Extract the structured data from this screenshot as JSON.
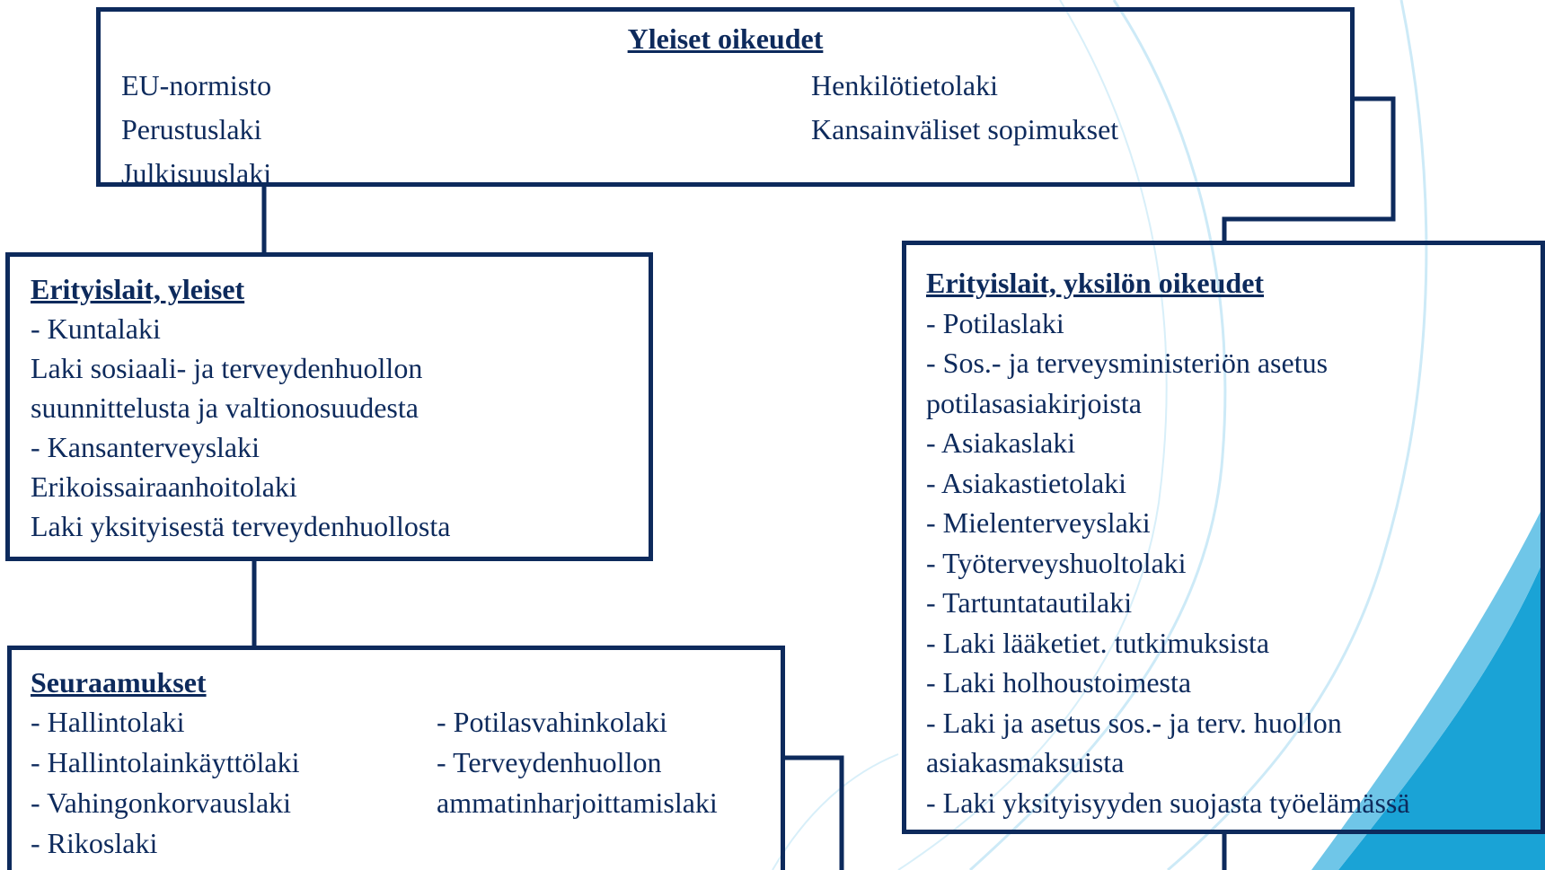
{
  "colors": {
    "border": "#0d2a5c",
    "text": "#0d2a5c",
    "decor_light": "#c9e8f6",
    "decor_accent": "#1aa3d6"
  },
  "general_rights": {
    "title": "Yleiset oikeudet",
    "left_items": [
      "EU-normisto",
      "Perustuslaki",
      "Julkisuuslaki"
    ],
    "right_items": [
      "Henkilötietolaki",
      "Kansainväliset sopimukset"
    ]
  },
  "special_general": {
    "title": "Erityislait, yleiset",
    "items": [
      "- Kuntalaki",
      "Laki sosiaali- ja terveydenhuollon",
      "suunnittelusta ja valtionosuudesta",
      "- Kansanterveyslaki",
      "Erikoissairaanhoitolaki",
      "Laki yksityisestä terveydenhuollosta"
    ]
  },
  "consequences": {
    "title": "Seuraamukset",
    "left_items": [
      "- Hallintolaki",
      "- Hallintolainkäyttölaki",
      "- Vahingonkorvauslaki",
      "- Rikoslaki"
    ],
    "right_items": [
      "- Potilasvahinkolaki",
      "- Terveydenhuollon",
      "ammatinharjoittamislaki"
    ]
  },
  "individual_rights": {
    "title": "Erityislait, yksilön oikeudet",
    "items": [
      "- Potilaslaki",
      "- Sos.- ja terveysministeriön asetus",
      "potilasasiakirjoista",
      "- Asiakaslaki",
      "- Asiakastietolaki",
      "- Mielenterveyslaki",
      "- Työterveyshuoltolaki",
      "- Tartuntatautilaki",
      "- Laki lääketiet. tutkimuksista",
      "- Laki holhoustoimesta",
      "- Laki ja asetus sos.- ja terv. huollon",
      "asiakasmaksuista",
      "- Laki yksityisyyden suojasta työelämässä"
    ]
  }
}
